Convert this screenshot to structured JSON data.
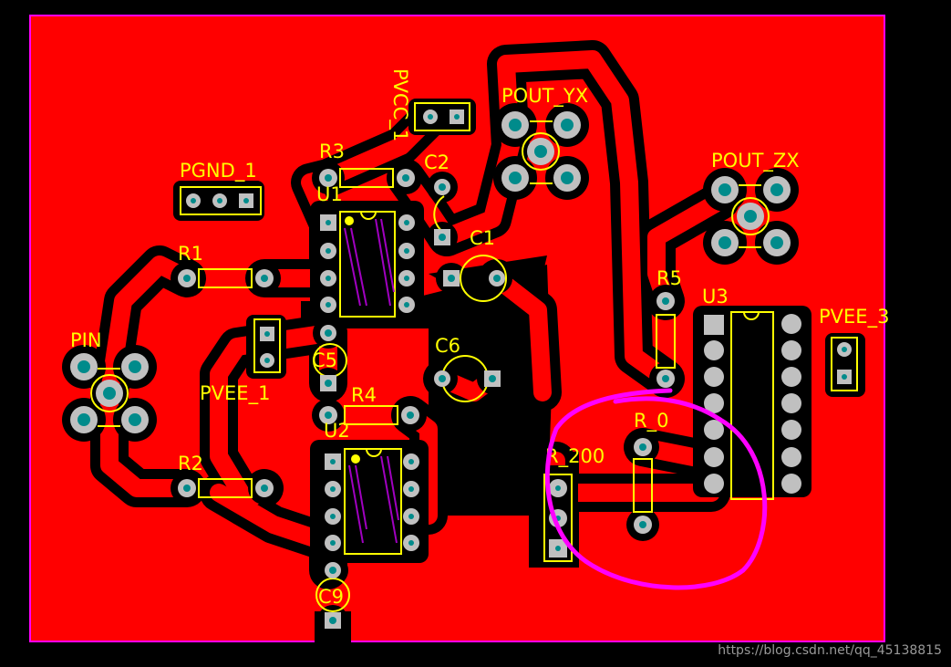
{
  "colors": {
    "copper": "#ff0000",
    "clearance": "#000000",
    "trace": "#ff0000",
    "silkscreen": "#ffff00",
    "pad": "#c0c0c0",
    "hole": "#008b8b",
    "outline": "#ff00ff",
    "annotation": "#ff00ff"
  },
  "labels": {
    "pgnd_1": "PGND_1",
    "r3": "R3",
    "u1": "U1",
    "pvcc_1": "PVCC_1",
    "c2": "C2",
    "pout_yx": "POUT_YX",
    "c1": "C1",
    "pout_zx": "POUT_ZX",
    "r1": "R1",
    "r5": "R5",
    "u3": "U3",
    "pvee_3": "PVEE_3",
    "pin": "PIN",
    "c5": "C5",
    "c6": "C6",
    "pvee_1": "PVEE_1",
    "r4": "R4",
    "r_0": "R_0",
    "u2": "U2",
    "r_200": "R_200",
    "r2": "R2",
    "c9": "C9"
  },
  "watermark": "https://blog.csdn.net/qq_45138815"
}
